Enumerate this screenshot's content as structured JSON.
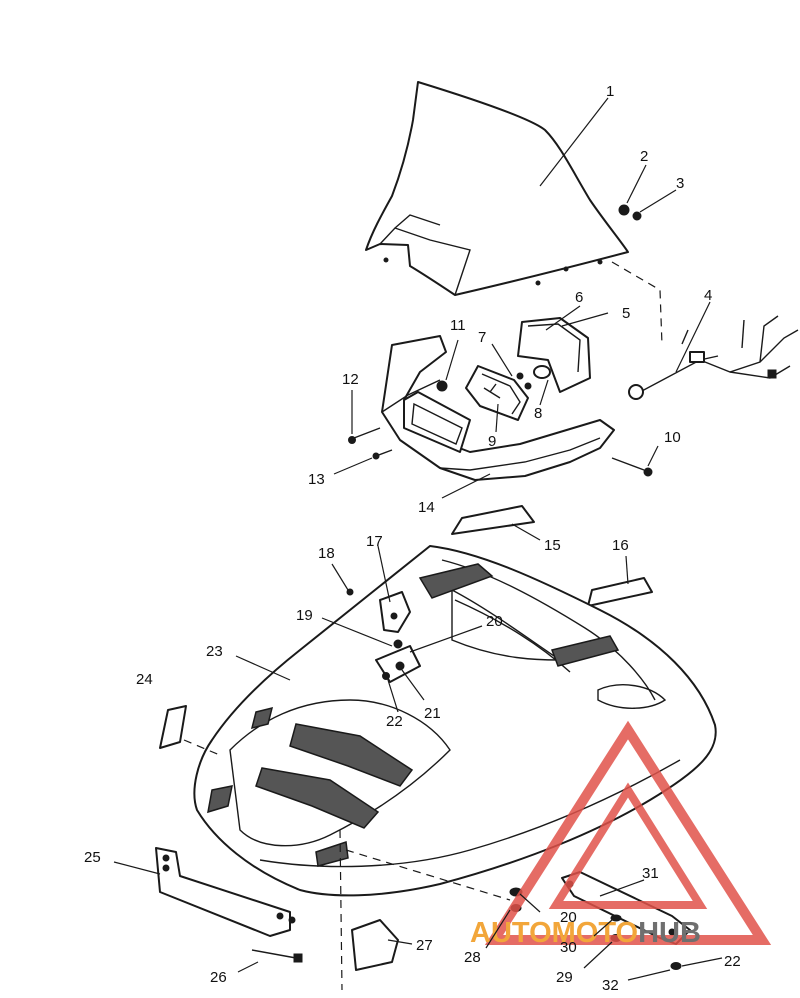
{
  "callouts": [
    {
      "id": "c1",
      "label": "1"
    },
    {
      "id": "c2",
      "label": "2"
    },
    {
      "id": "c3",
      "label": "3"
    },
    {
      "id": "c4",
      "label": "4"
    },
    {
      "id": "c5",
      "label": "5"
    },
    {
      "id": "c6",
      "label": "6"
    },
    {
      "id": "c7",
      "label": "7"
    },
    {
      "id": "c8",
      "label": "8"
    },
    {
      "id": "c9",
      "label": "9"
    },
    {
      "id": "c10",
      "label": "10"
    },
    {
      "id": "c11",
      "label": "11"
    },
    {
      "id": "c12",
      "label": "12"
    },
    {
      "id": "c13",
      "label": "13"
    },
    {
      "id": "c14",
      "label": "14"
    },
    {
      "id": "c15",
      "label": "15"
    },
    {
      "id": "c16",
      "label": "16"
    },
    {
      "id": "c17",
      "label": "17"
    },
    {
      "id": "c18",
      "label": "18"
    },
    {
      "id": "c19",
      "label": "19"
    },
    {
      "id": "c20a",
      "label": "20"
    },
    {
      "id": "c21",
      "label": "21"
    },
    {
      "id": "c22a",
      "label": "22"
    },
    {
      "id": "c23",
      "label": "23"
    },
    {
      "id": "c24",
      "label": "24"
    },
    {
      "id": "c25",
      "label": "25"
    },
    {
      "id": "c26",
      "label": "26"
    },
    {
      "id": "c27",
      "label": "27"
    },
    {
      "id": "c28",
      "label": "28"
    },
    {
      "id": "c20b",
      "label": "20"
    },
    {
      "id": "c30",
      "label": "30"
    },
    {
      "id": "c29",
      "label": "29"
    },
    {
      "id": "c31",
      "label": "31"
    },
    {
      "id": "c22b",
      "label": "22"
    },
    {
      "id": "c32",
      "label": "32"
    }
  ],
  "watermark": {
    "part1": "AUTOMOTO",
    "part2": "HUB",
    "color_red": "#e0524a",
    "color_orange": "#f2a63a",
    "color_gray": "#6f6f6f"
  }
}
